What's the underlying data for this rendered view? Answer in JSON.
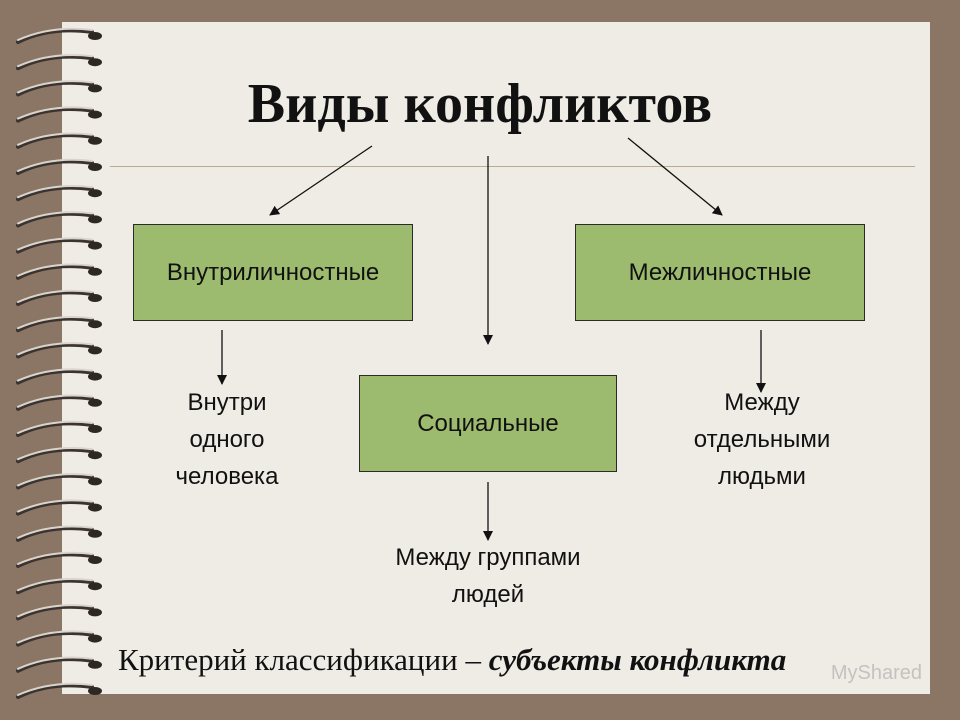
{
  "title": "Виды конфликтов",
  "boxes": {
    "intrapersonal": "Внутриличностные",
    "interpersonal": "Межличностные",
    "social": "Социальные"
  },
  "descriptions": {
    "intrapersonal": [
      "Внутри",
      "одного",
      "человека"
    ],
    "interpersonal": [
      "Между",
      "отдельными",
      "людьми"
    ],
    "social": [
      "Между группами",
      "людей"
    ]
  },
  "footer": {
    "prefix": "Критерий классификации – ",
    "emphasis": "субъекты конфликта"
  },
  "watermark": "MyShared",
  "colors": {
    "background": "#8b7564",
    "page": "#efece6",
    "box_fill": "#9dbb6e"
  }
}
